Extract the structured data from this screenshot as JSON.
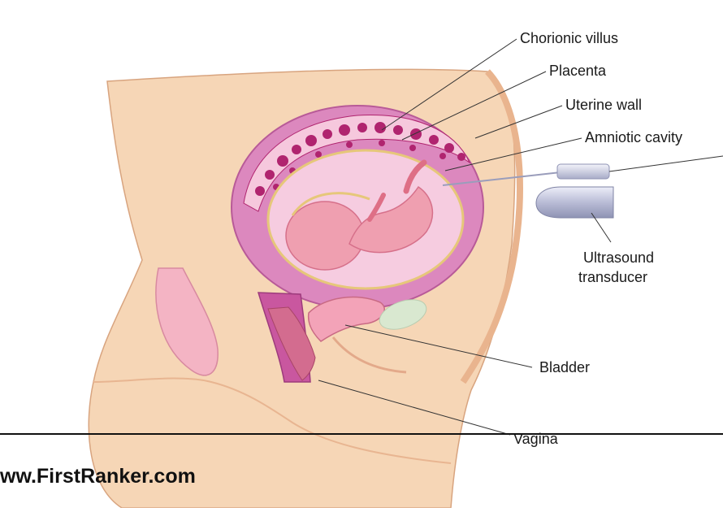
{
  "labels": {
    "chorionic_villus": "Chorionic villus",
    "placenta": "Placenta",
    "uterine_wall": "Uterine wall",
    "amniotic_cavity": "Amniotic cavity",
    "ultrasound_line1": "Ultrasound",
    "ultrasound_line2": "transducer",
    "bladder": "Bladder",
    "vagina": "Vagina"
  },
  "footer": {
    "site": "ww.FirstRanker.com"
  },
  "colors": {
    "skin": "#f6d6b6",
    "skin_dark": "#efc39c",
    "uterus_outer": "#dc88be",
    "uterus_mid": "#c9579f",
    "placenta": "#b0246f",
    "amniotic": "#f6cce0",
    "fetus": "#ef9fb0",
    "fetus_dark": "#de6f86",
    "bladder": "#d9e8d0",
    "instrument": "#c9cbe0"
  }
}
